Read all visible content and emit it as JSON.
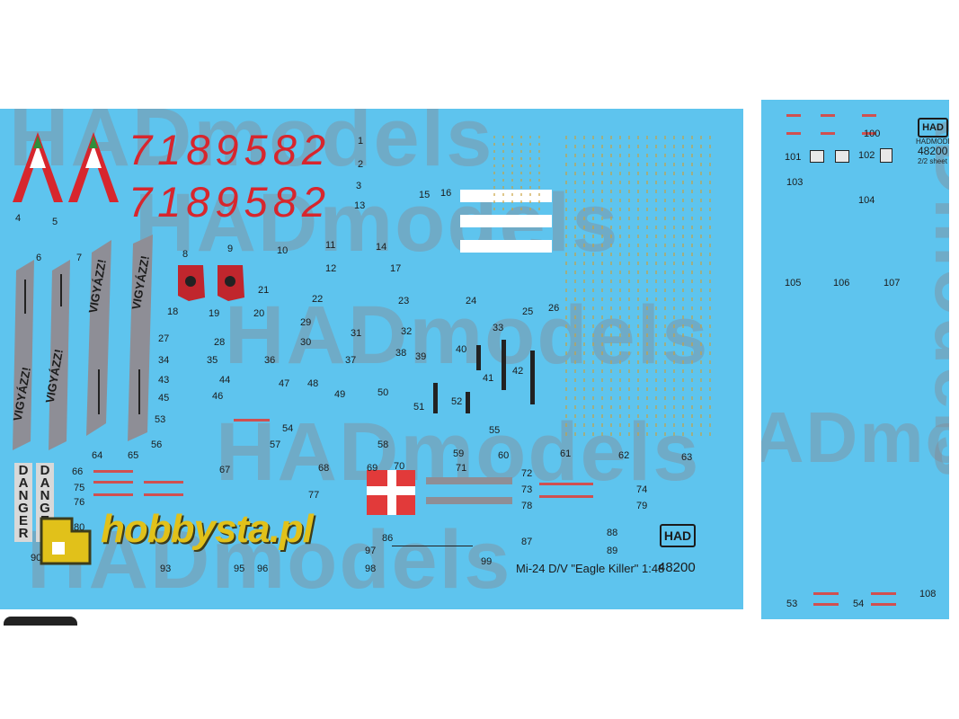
{
  "sheet1": {
    "registration": [
      "7189582",
      "7189582"
    ],
    "title": "Mi-24 D/V \"Eagle Killer\" 1:48",
    "logo_text": "HAD",
    "catalog": "48200",
    "warning_words": [
      "VIGYÁZZ!",
      "VIGYÁZZ!",
      "VIGYÁZZ!",
      "VIGYÁZZ!"
    ],
    "danger_word": "DANGER",
    "watermark_words": [
      "HADmodels",
      "HADmodels",
      "HADmodels",
      "HADmodels",
      "HADmodels"
    ],
    "numbers": [
      "1",
      "2",
      "3",
      "4",
      "5",
      "6",
      "7",
      "8",
      "9",
      "10",
      "11",
      "12",
      "13",
      "14",
      "15",
      "16",
      "17",
      "18",
      "19",
      "20",
      "21",
      "22",
      "23",
      "24",
      "25",
      "26",
      "27",
      "28",
      "29",
      "30",
      "31",
      "32",
      "33",
      "34",
      "35",
      "36",
      "37",
      "38",
      "39",
      "40",
      "41",
      "42",
      "43",
      "44",
      "45",
      "46",
      "47",
      "48",
      "49",
      "50",
      "51",
      "52",
      "53",
      "54",
      "55",
      "56",
      "57",
      "58",
      "59",
      "60",
      "61",
      "62",
      "63",
      "64",
      "65",
      "66",
      "67",
      "68",
      "69",
      "70",
      "71",
      "72",
      "73",
      "74",
      "75",
      "76",
      "77",
      "78",
      "79",
      "80",
      "86",
      "87",
      "88",
      "89",
      "90",
      "93",
      "95",
      "96",
      "97",
      "98",
      "99"
    ]
  },
  "sheet2": {
    "logo_text": "HAD",
    "logo_sub": "HADMODELS",
    "catalog": "48200",
    "sheet_label": "2/2 sheet",
    "watermark_words": [
      "HADmodels",
      "HADmodels"
    ],
    "numbers": [
      "100",
      "101",
      "102",
      "103",
      "104",
      "105",
      "106",
      "107",
      "53",
      "54",
      "108"
    ]
  },
  "overlay": {
    "brand": "hobbysta.pl"
  },
  "colors": {
    "sheet": "#5ec4ee",
    "red": "#d7262d",
    "green": "#2f8e3a",
    "gold": "#caa23f",
    "grey": "#8e8e96"
  }
}
